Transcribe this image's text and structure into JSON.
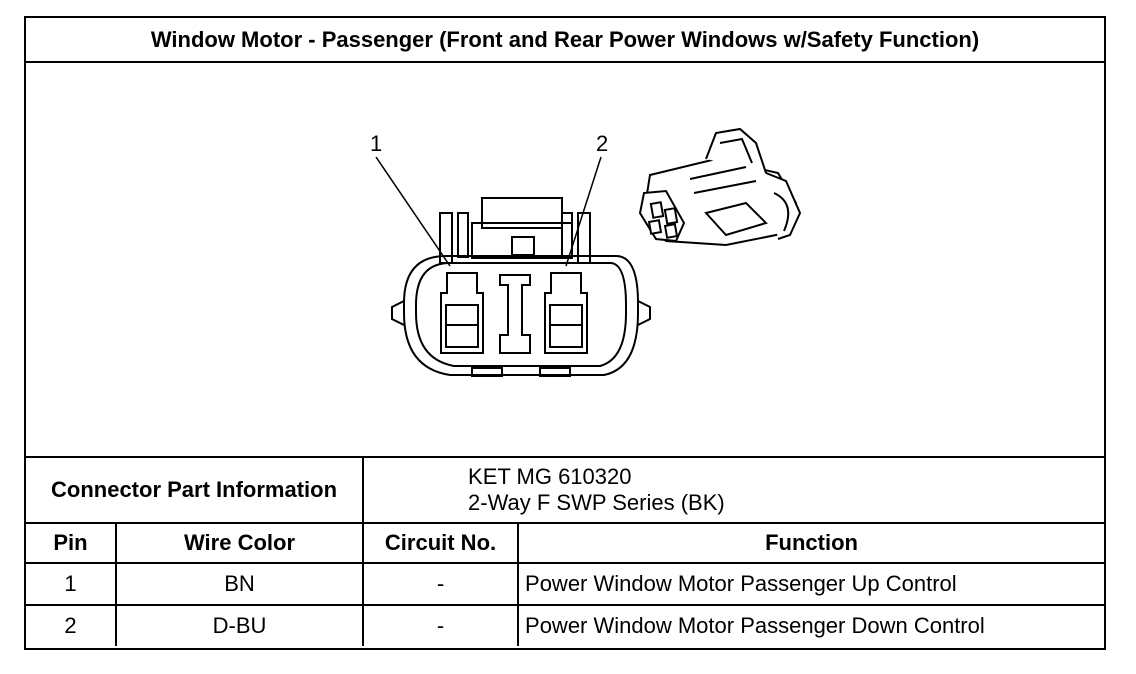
{
  "title": "Window Motor - Passenger (Front and Rear Power Windows w/Safety Function)",
  "diagram": {
    "pin_callouts": [
      "1",
      "2"
    ]
  },
  "connector_info": {
    "label": "Connector Part Information",
    "lines": [
      "KET MG 610320",
      "2-Way F SWP Series (BK)"
    ]
  },
  "table": {
    "headers": [
      "Pin",
      "Wire Color",
      "Circuit No.",
      "Function"
    ],
    "rows": [
      {
        "pin": "1",
        "wire_color": "BN",
        "circuit": "-",
        "function": "Power Window Motor Passenger Up Control"
      },
      {
        "pin": "2",
        "wire_color": "D-BU",
        "circuit": "-",
        "function": "Power Window Motor Passenger Down Control"
      }
    ]
  }
}
